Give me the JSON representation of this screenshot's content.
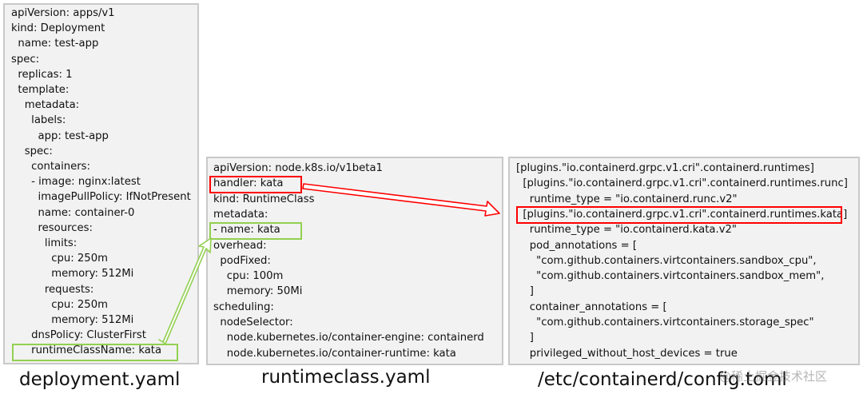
{
  "deployment": {
    "caption": "deployment.yaml",
    "lines": [
      "apiVersion: apps/v1",
      "kind: Deployment",
      "  name: test-app",
      "spec:",
      "  replicas: 1",
      "  template:",
      "    metadata:",
      "      labels:",
      "        app: test-app",
      "    spec:",
      "      containers:",
      "      - image: nginx:latest",
      "        imagePullPolicy: IfNotPresent",
      "        name: container-0",
      "        resources:",
      "          limits:",
      "            cpu: 250m",
      "            memory: 512Mi",
      "          requests:",
      "            cpu: 250m",
      "            memory: 512Mi",
      "      dnsPolicy: ClusterFirst",
      "      runtimeClassName: kata"
    ]
  },
  "runtimeclass": {
    "caption": "runtimeclass.yaml",
    "lines": [
      "apiVersion: node.k8s.io/v1beta1",
      "handler: kata",
      "kind: RuntimeClass",
      "metadata:",
      "- name: kata",
      "overhead:",
      "  podFixed:",
      "    cpu: 100m",
      "    memory: 50Mi",
      "scheduling:",
      "  nodeSelector:",
      "    node.kubernetes.io/container-engine: containerd",
      "    node.kubernetes.io/container-runtime: kata"
    ]
  },
  "containerd": {
    "caption": "/etc/containerd/config.toml",
    "lines": [
      "[plugins.\"io.containerd.grpc.v1.cri\".containerd.runtimes]",
      "  [plugins.\"io.containerd.grpc.v1.cri\".containerd.runtimes.runc]",
      "    runtime_type = \"io.containerd.runc.v2\"",
      "  [plugins.\"io.containerd.grpc.v1.cri\".containerd.runtimes.kata]",
      "    runtime_type = \"io.containerd.kata.v2\"",
      "    pod_annotations = [",
      "      \"com.github.containers.virtcontainers.sandbox_cpu\",",
      "      \"com.github.containers.virtcontainers.sandbox_mem\",",
      "    ]",
      "    container_annotations = [",
      "      \"com.github.containers.virtcontainers.storage_spec\"",
      "    ]",
      "    privileged_without_host_devices = true"
    ]
  },
  "watermark": "@稀土掘金技术社区",
  "colors": {
    "green_highlight": "#92d050",
    "red_highlight": "#ff0000",
    "panel_bg": "#f2f2f2",
    "panel_border": "#c9c9c9"
  }
}
